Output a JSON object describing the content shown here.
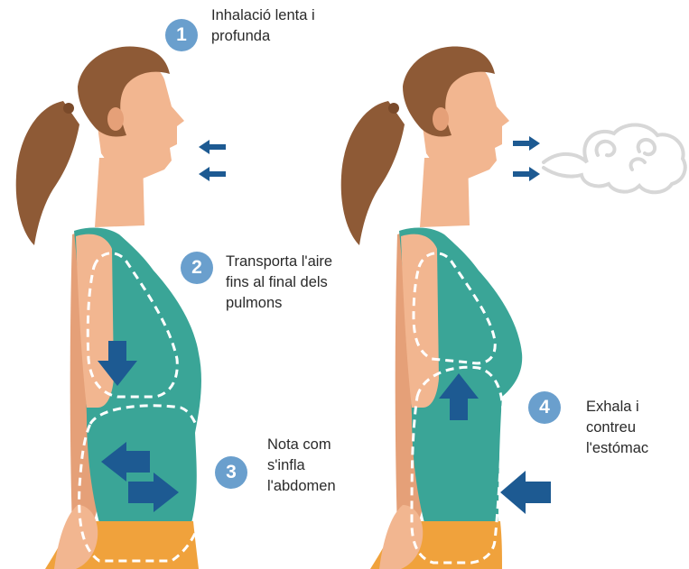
{
  "colors": {
    "skin": "#f2b690",
    "skin_shade": "#e5a078",
    "hair": "#8e5a36",
    "tank_top": "#3aa597",
    "pants": "#f0a23c",
    "arrow": "#1d5a92",
    "badge": "#6a9fcd",
    "dash": "#ffffff",
    "cloud": "#d7d7d7"
  },
  "steps": [
    {
      "number": "1",
      "text": "Inhalació  lenta i\nprofunda"
    },
    {
      "number": "2",
      "text": "Transporta l'aire\nfins al final dels\npulmons"
    },
    {
      "number": "3",
      "text": "Nota com\ns'infla\nl'abdomen"
    },
    {
      "number": "4",
      "text": "Exhala i\ncontreu\nl'estómac"
    }
  ],
  "icons": {
    "inhale_arrows": "arrow-left-icon",
    "exhale_arrows": "arrow-right-icon",
    "breath_cloud": "cloud-icon",
    "lung_down": "arrow-down-icon",
    "lung_up": "arrow-up-icon",
    "belly_out": "arrow-left-icon",
    "belly_in": "arrow-left-icon"
  }
}
